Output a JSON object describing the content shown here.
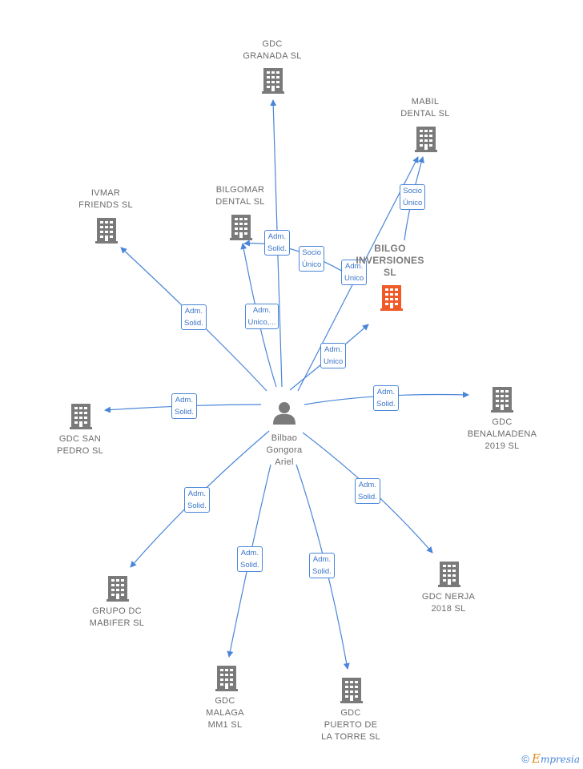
{
  "center": {
    "name": "Bilbao\nGongora\nAriel"
  },
  "companies": [
    {
      "id": "granada",
      "name": "GDC\nGRANADA  SL"
    },
    {
      "id": "mabil",
      "name": "MABIL\nDENTAL  SL"
    },
    {
      "id": "bilgomar",
      "name": "BILGOMAR\nDENTAL  SL"
    },
    {
      "id": "ivmar",
      "name": "IVMAR\nFRIENDS  SL"
    },
    {
      "id": "bilgo",
      "name": "BILGO\nINVERSIONES\nSL",
      "highlight": true
    },
    {
      "id": "sanpedro",
      "name": "GDC SAN\nPEDRO  SL"
    },
    {
      "id": "benalmadena",
      "name": "GDC\nBENALMADENA\n2019  SL"
    },
    {
      "id": "mabifer",
      "name": "GRUPO DC\nMABIFER  SL"
    },
    {
      "id": "nerja",
      "name": "GDC NERJA\n2018  SL"
    },
    {
      "id": "malaga",
      "name": "GDC\nMALAGA\nMM1  SL"
    },
    {
      "id": "puerto",
      "name": "GDC\nPUERTO DE\nLA TORRE  SL"
    }
  ],
  "relations": [
    {
      "to": "granada",
      "label": "Adm.\nSolid."
    },
    {
      "to": "mabil",
      "label": "Adm.\nUnico"
    },
    {
      "from": "bilgo",
      "to": "mabil",
      "label": "Socio\nÚnico"
    },
    {
      "from": "bilgo",
      "to": "bilgomar",
      "label": "Socio\nÚnico"
    },
    {
      "to": "bilgomar",
      "label": "Adm.\nUnico,..."
    },
    {
      "to": "ivmar",
      "label": "Adm.\nSolid."
    },
    {
      "to": "bilgo",
      "label": "Adm.\nUnico"
    },
    {
      "to": "sanpedro",
      "label": "Adm.\nSolid."
    },
    {
      "to": "benalmadena",
      "label": "Adm.\nSolid."
    },
    {
      "to": "mabifer",
      "label": "Adm.\nSolid."
    },
    {
      "to": "nerja",
      "label": "Adm.\nSolid."
    },
    {
      "to": "malaga",
      "label": "Adm.\nSolid."
    },
    {
      "to": "puerto",
      "label": "Adm.\nSolid."
    }
  ],
  "colors": {
    "edge": "#4a86d8",
    "building": "#7a7a7a",
    "building_highlight": "#f05a28",
    "person": "#7a7a7a"
  },
  "footer": {
    "symbol": "©",
    "brand_initial": "E",
    "brand_rest": "mpresia"
  }
}
